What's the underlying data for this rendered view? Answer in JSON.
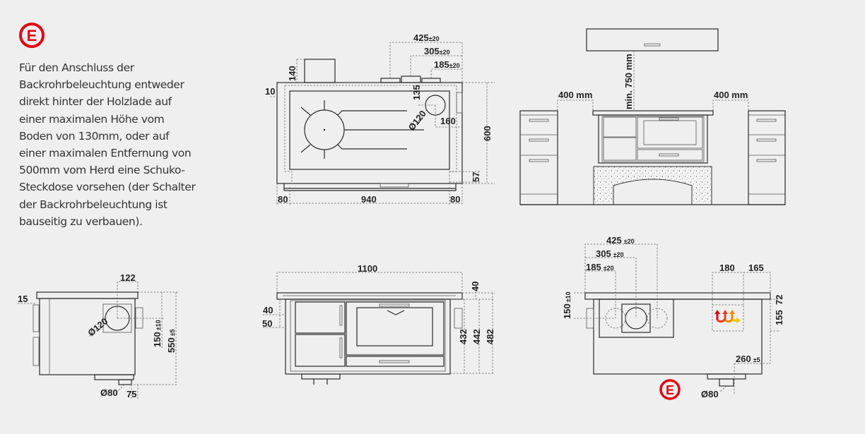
{
  "logo": {
    "letter": "E",
    "color": "#e30613"
  },
  "note": {
    "lines": [
      "Für den Anschluss der",
      "Backrohrbeleuchtung entweder",
      "direkt hinter der Holzlade auf",
      "einer maximalen Höhe vom",
      "Boden von 130mm, oder auf",
      "einer maximalen Entfernung von",
      "500mm vom Herd eine Schuko-",
      "Steckdose vorsehen (der Schalter",
      "der Backrohrbeleuchtung ist",
      "bauseitig zu verbauen)."
    ]
  },
  "top_view": {
    "d425": "425",
    "t425": "±20",
    "d305": "305",
    "t305": "±20",
    "d185": "185",
    "t185": "±20",
    "d140": "140",
    "d10": "10",
    "d135": "135",
    "d120": "Ø120",
    "d160": "160",
    "d600": "600",
    "d57": "57",
    "d80l": "80",
    "d940": "940",
    "d80r": "80"
  },
  "install_view": {
    "clearance_top": "min. 750 mm",
    "clearance_left": "400 mm",
    "clearance_right": "400 mm"
  },
  "side_view": {
    "d122": "122",
    "d15": "15",
    "d120": "Ø120",
    "d150": "150",
    "t150": "±10",
    "d550": "550",
    "t550": "±5",
    "d80": "Ø80",
    "d75": "75"
  },
  "front_view": {
    "d1100": "1100",
    "d40l": "40",
    "d50": "50",
    "d40r": "40",
    "d432": "432",
    "d442": "442",
    "d482": "482"
  },
  "back_view": {
    "d425": "425",
    "t425": "±20",
    "d305": "305",
    "t305": "±20",
    "d185": "185",
    "t185": "±20",
    "d180": "180",
    "d165": "165",
    "d150": "150",
    "t150": "±10",
    "d72": "72",
    "d155": "155",
    "d260": "260",
    "t260": "±5",
    "d80": "Ø80"
  }
}
